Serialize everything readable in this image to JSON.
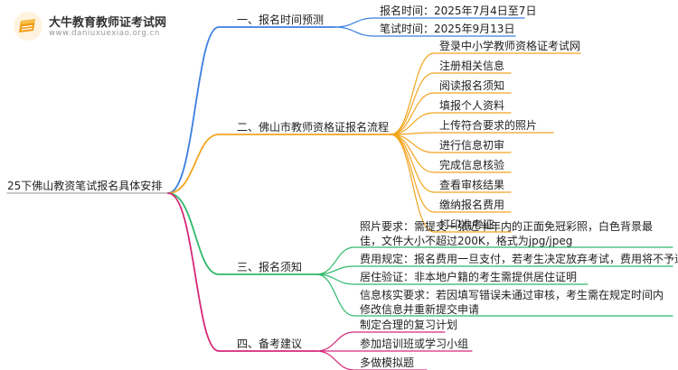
{
  "logo": {
    "title": "大牛教育教师证考试网",
    "subtitle": "www.daniuxuexiao.org.cn"
  },
  "root": {
    "label": "25下佛山教资笔试报名具体安排"
  },
  "branches": [
    {
      "label": "一、报名时间预测",
      "color": "#3b7fe0",
      "children": [
        "报名时间：2025年7月4日至7日",
        "笔试时间：2025年9月13日"
      ]
    },
    {
      "label": "二、佛山市教师资格证报名流程",
      "color": "#f2a51d",
      "children": [
        "登录中小学教师资格证考试网",
        "注册相关信息",
        "阅读报名须知",
        "填报个人资料",
        "上传符合要求的照片",
        "进行信息初审",
        "完成信息核验",
        "查看审核结果",
        "缴纳报名费用",
        "打印准考证"
      ]
    },
    {
      "label": "三、报名须知",
      "color": "#2fb86a",
      "children": [
        "照片要求：需提交一张近半年内的正面免冠彩照，白色背景最佳，文件大小不超过200K，格式为jpg/jpeg",
        "费用规定：报名费用一旦支付，若考生决定放弃考试，费用将不予退还",
        "居住验证：非本地户籍的考生需提供居住证明",
        "信息核实要求：若因填写错误未通过审核，考生需在规定时间内修改信息并重新提交申请"
      ]
    },
    {
      "label": "四、备考建议",
      "color": "#d6287a",
      "children": [
        "制定合理的复习计划",
        "参加培训班或学习小组",
        "多做模拟题"
      ]
    }
  ]
}
